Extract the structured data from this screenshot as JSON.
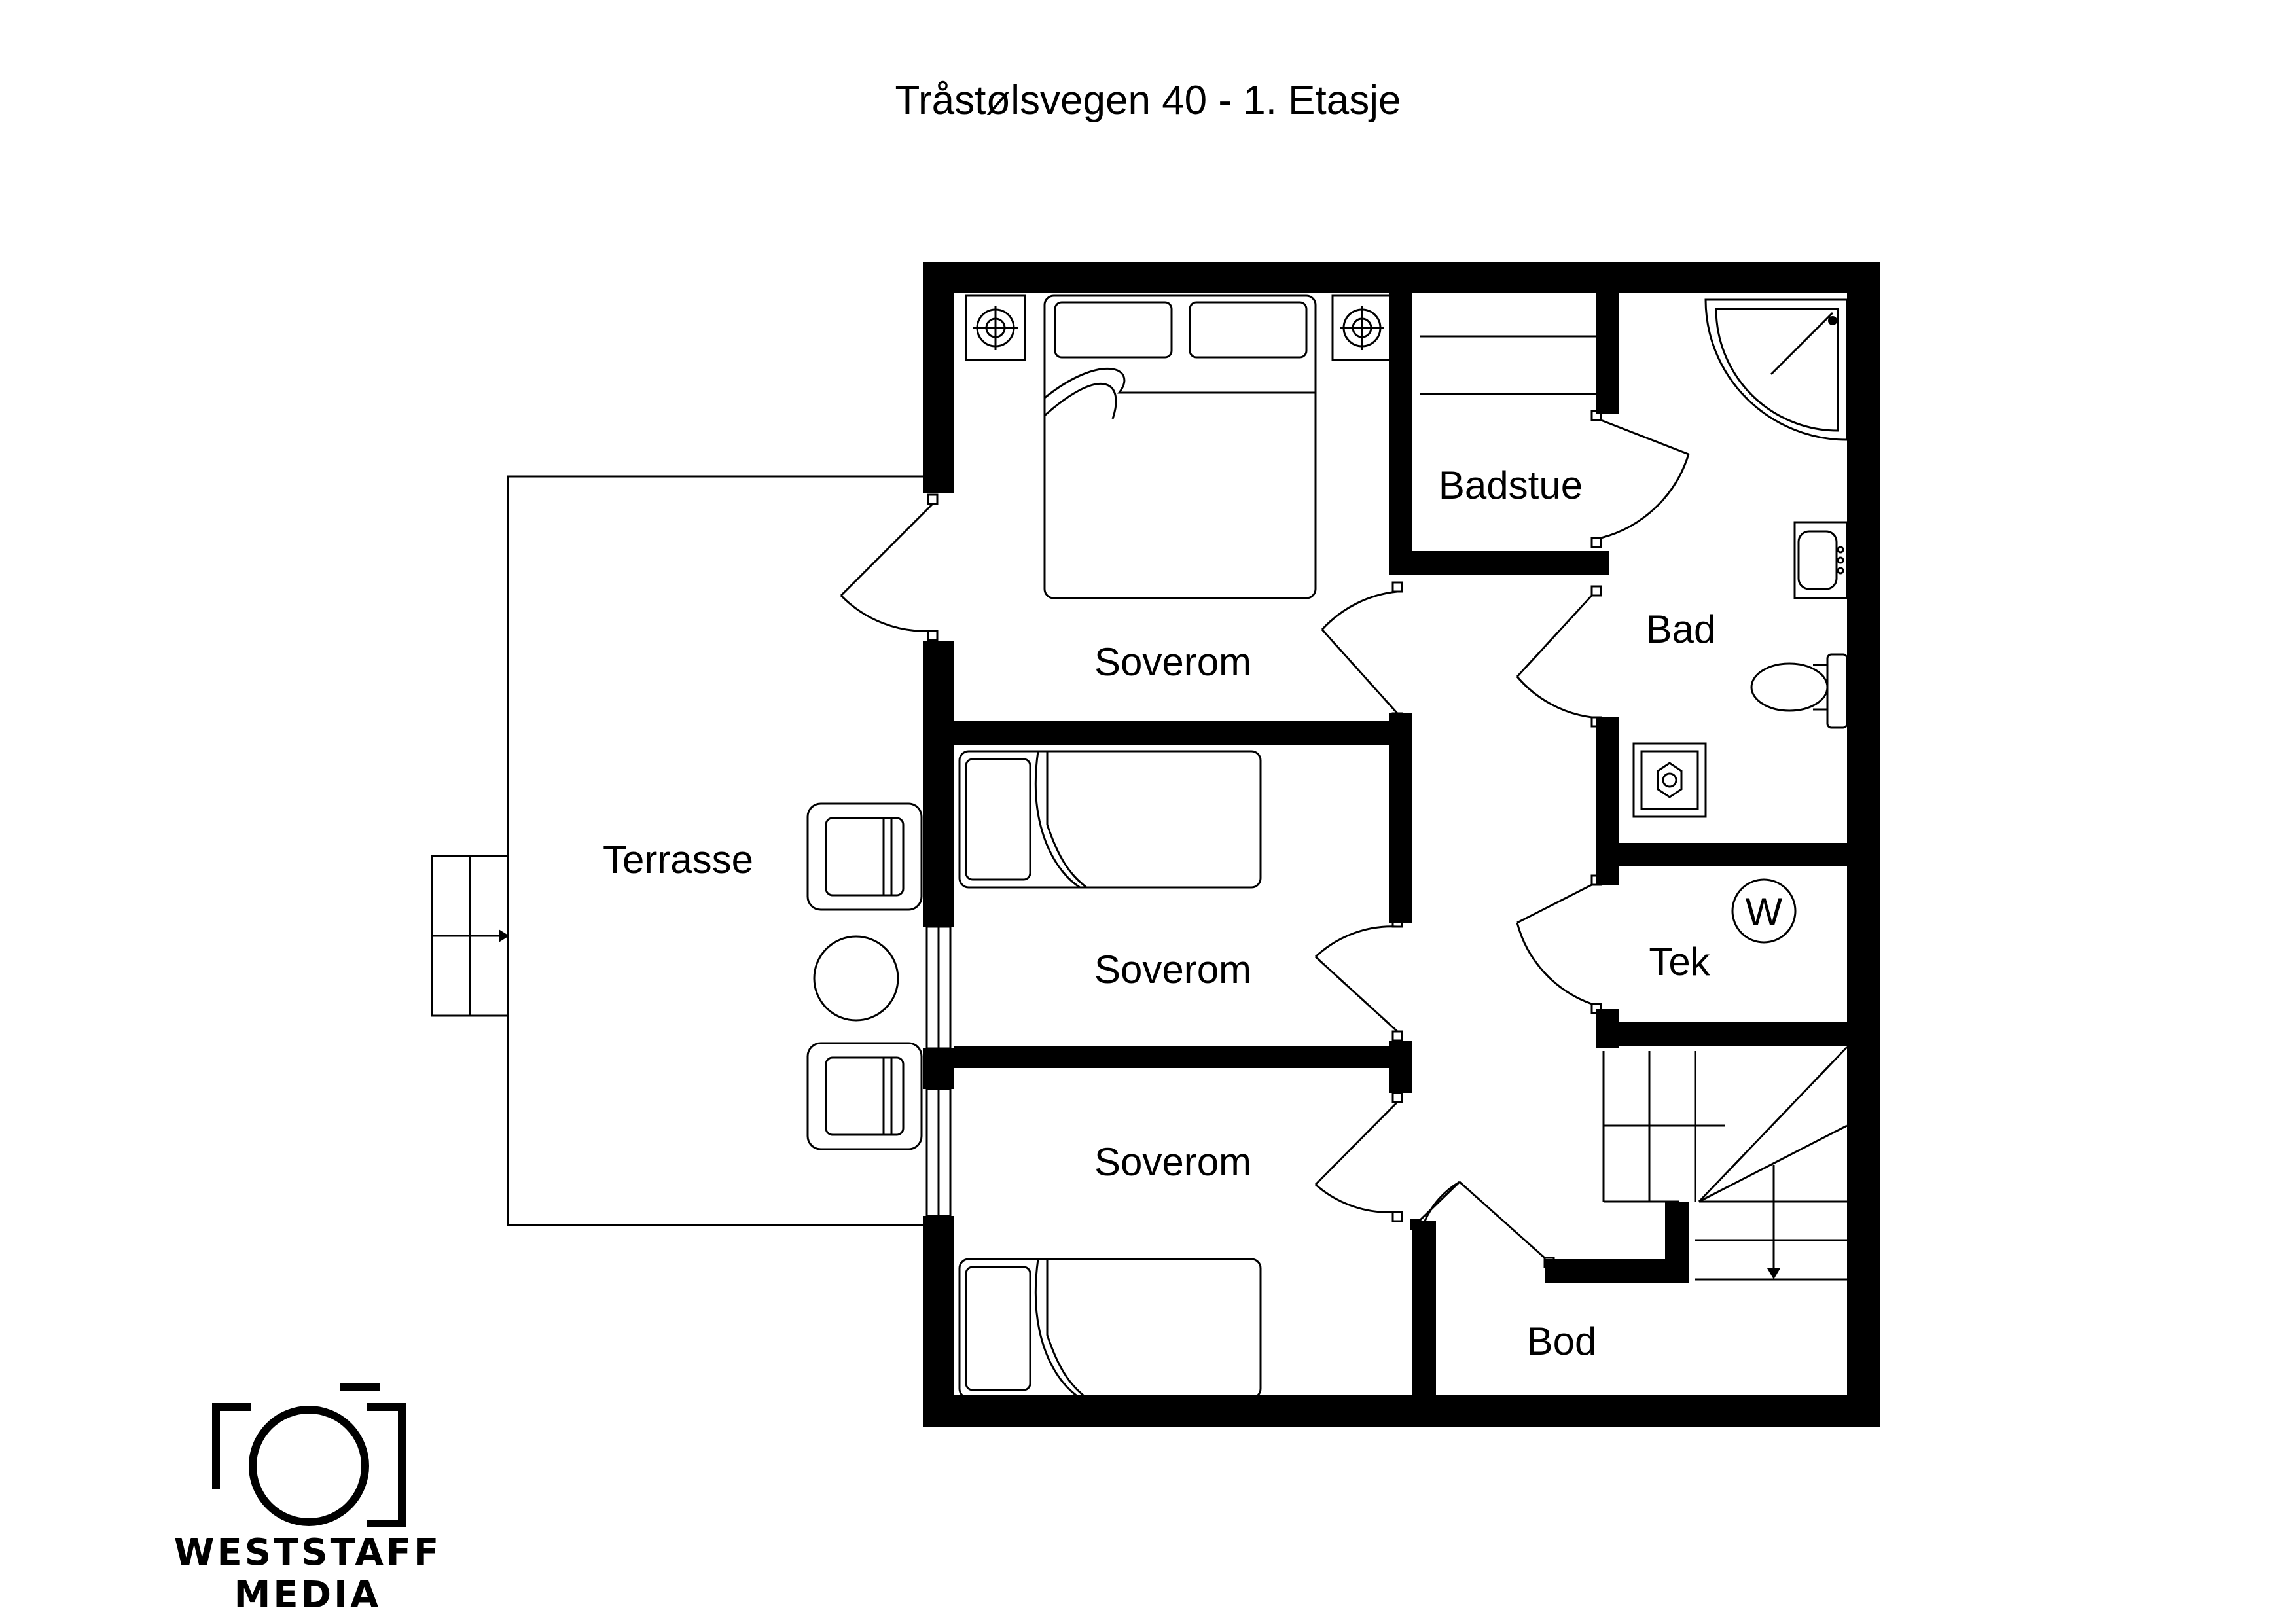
{
  "title": "Tråstølsvegen 40 - 1. Etasje",
  "rooms": {
    "soverom_1": "Soverom",
    "soverom_2": "Soverom",
    "soverom_3": "Soverom",
    "badstue": "Badstue",
    "bad": "Bad",
    "tek": "Tek",
    "bod": "Bod",
    "terrasse": "Terrasse"
  },
  "fixtures": {
    "water_heater_mark": "W"
  },
  "brand": {
    "name": "WESTSTAFF MEDIA",
    "logo_icon": "camera-frame-logo-icon"
  },
  "colors": {
    "wall": "#000000",
    "line": "#000000",
    "background": "#ffffff"
  }
}
